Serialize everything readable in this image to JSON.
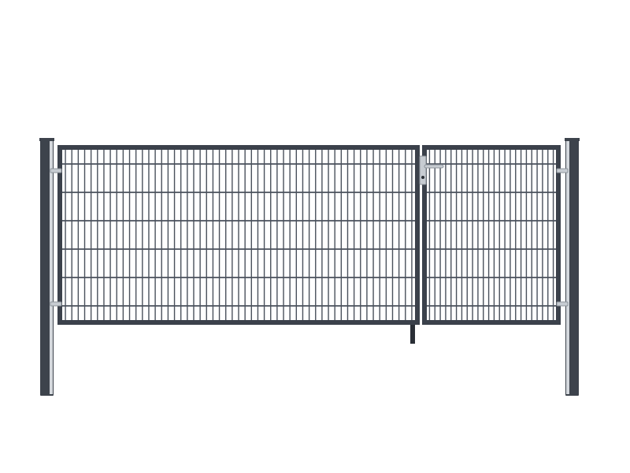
{
  "scene": {
    "subject": "double-leaf-mesh-gate",
    "background_color": "#ffffff",
    "colors": {
      "frame": "#3b414b",
      "frame_dark": "#2a2f36",
      "mesh": "#4a515c",
      "post_front": "#3d434c",
      "post_edge": "#d4d8dd",
      "hardware": "#c7ccd2",
      "hardware_shadow": "#8c939b"
    },
    "left_leaf": {
      "vertical_bars": 55,
      "horizontal_bars": 6
    },
    "right_leaf": {
      "vertical_bars": 24,
      "horizontal_bars": 6
    },
    "hardware": {
      "hinges_per_post": 2,
      "latch": "lever-handle-with-lock",
      "ground_bolt": true
    }
  }
}
